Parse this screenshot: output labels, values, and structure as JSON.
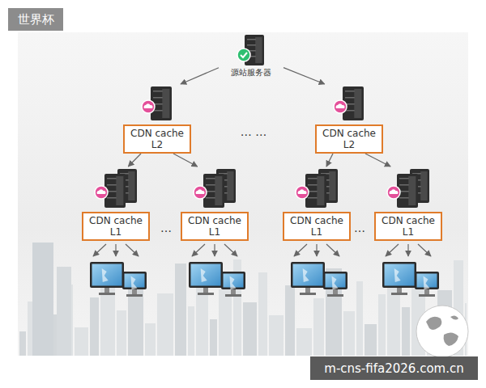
{
  "diagram": {
    "nodes": [
      {
        "text": [
          "源站服务器"
        ]
      },
      {
        "text": [
          "CDN cache L2"
        ]
      },
      {
        "text": [
          "CDN cache L2"
        ]
      },
      {
        "text": [
          "CDN cache L1"
        ]
      },
      {
        "text": [
          "CDN cache L1"
        ]
      },
      {
        "text": [
          "CDN cache L1"
        ]
      },
      {
        "text": [
          "CDN cache L1"
        ]
      }
    ],
    "edges": [
      {
        "from": 0,
        "to": 1,
        "arrow": "to"
      },
      {
        "from": 0,
        "to": 2,
        "arrow": "to"
      },
      {
        "from": 1,
        "to": 3,
        "arrow": "to"
      },
      {
        "from": 1,
        "to": 4,
        "arrow": "to"
      },
      {
        "from": 2,
        "to": 5,
        "arrow": "to"
      },
      {
        "from": 2,
        "to": 6,
        "arrow": "to"
      }
    ],
    "labels": [
      "世界杯",
      "… …",
      "…",
      "…",
      "m-cns-fifa2026.com.cn"
    ]
  }
}
